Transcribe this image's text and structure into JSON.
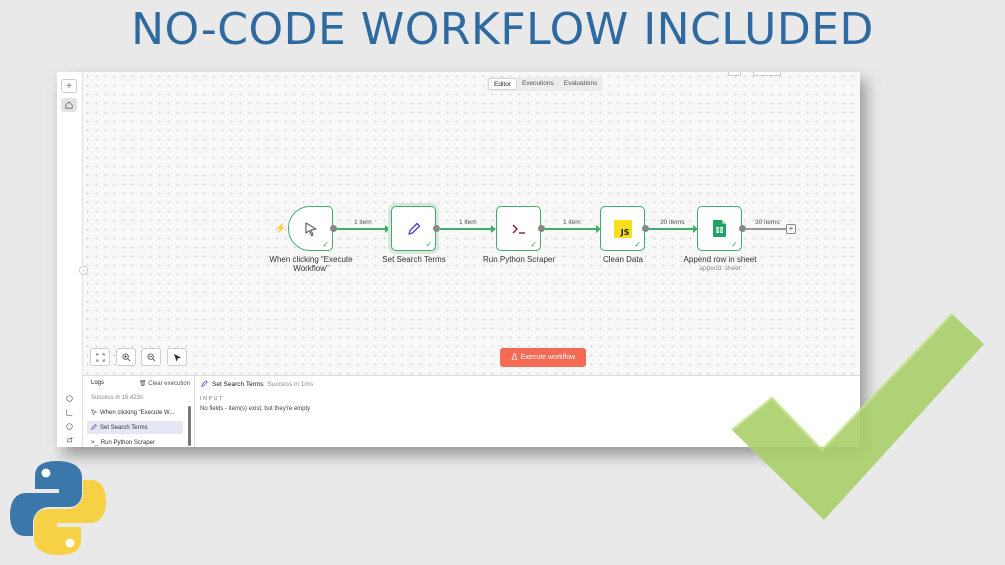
{
  "banner": {
    "title": "NO-CODE WORKFLOW INCLUDED"
  },
  "tabs": {
    "editor": "Editor",
    "executions": "Executions",
    "evaluations": "Evaluations"
  },
  "nodes": [
    {
      "label": "When clicking “Execute Workflow”",
      "icon": "cursor-icon"
    },
    {
      "label": "Set Search Terms",
      "icon": "pencil-icon"
    },
    {
      "label": "Run Python Scraper",
      "icon": "terminal-icon"
    },
    {
      "label": "Clean Data",
      "icon": "js-icon"
    },
    {
      "label": "Append row in sheet",
      "sub": "append: sheet",
      "icon": "google-sheets-icon"
    }
  ],
  "edges": [
    "1 item",
    "1 item",
    "1 item",
    "30 items",
    "30 items"
  ],
  "execute_button": "Execute workflow",
  "logs": {
    "title": "Logs",
    "clear": "Clear execution",
    "status": "Success in 16.423s",
    "items": [
      "When clicking “Execute W...",
      "Set Search Terms",
      "Run Python Scraper"
    ],
    "selected_node": "Set Search Terms",
    "selected_status": "Success in 1ms",
    "input_header": "INPUT",
    "input_message": "No fields - item(s) exist, but they're empty"
  },
  "colors": {
    "success": "#3fae6a",
    "execute": "#f36b55",
    "banner": "#2e6aa0",
    "check": "#a8cf6a"
  }
}
